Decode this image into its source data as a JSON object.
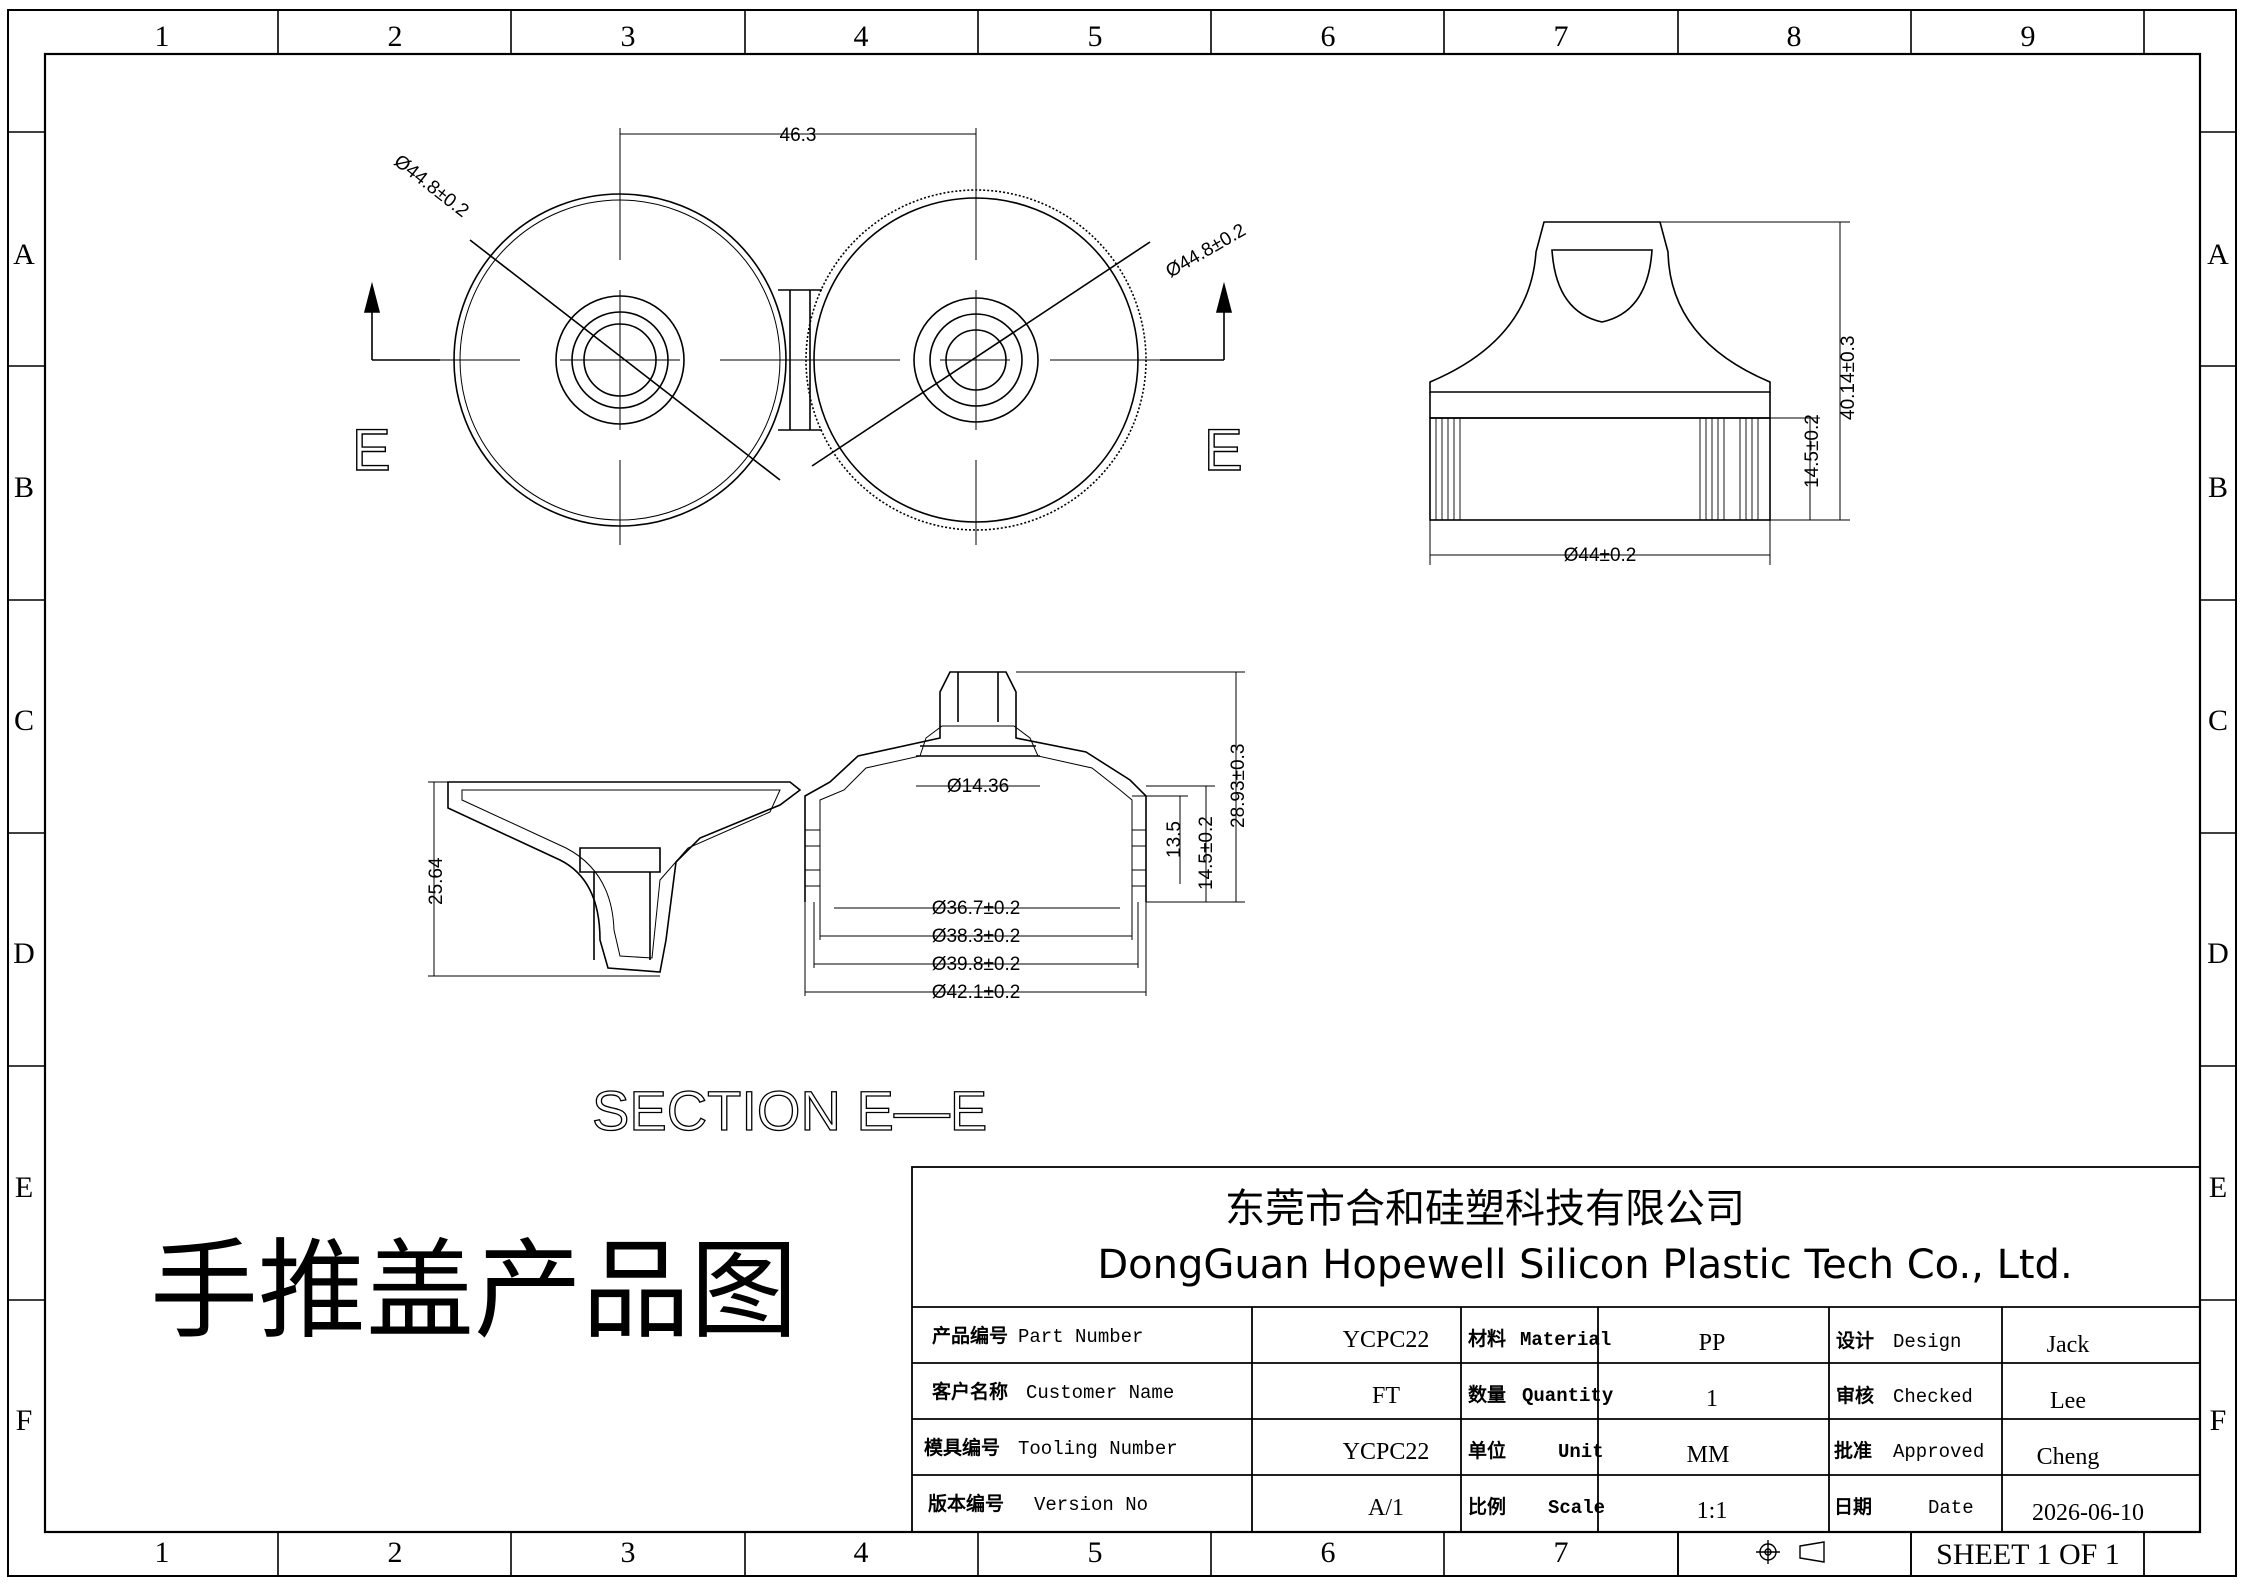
{
  "sheet": {
    "col_labels": [
      "1",
      "2",
      "3",
      "4",
      "5",
      "6",
      "7",
      "8",
      "9"
    ],
    "row_labels": [
      "A",
      "B",
      "C",
      "D",
      "E",
      "F"
    ]
  },
  "views": {
    "top": {
      "center_distance": "46.3",
      "left_diameter": "Ø44.8±0.2",
      "right_diameter": "Ø44.8±0.2",
      "section_letter_left": "E",
      "section_letter_right": "E"
    },
    "side": {
      "height_total": "40.14±0.3",
      "thread_height": "14.5±0.2",
      "diameter": "Ø44±0.2"
    },
    "section": {
      "title": "SECTION E—E",
      "nozzle_diameter": "Ø14.36",
      "dim_13_5": "13.5",
      "dim_14_5": "14.5±0.2",
      "dim_28_93": "28.93±0.3",
      "dim_25_64": "25.64",
      "d_36_7": "Ø36.7±0.2",
      "d_38_3": "Ø38.3±0.2",
      "d_39_8": "Ø39.8±0.2",
      "d_42_1": "Ø42.1±0.2"
    }
  },
  "product_title": "手推盖产品图",
  "title_block": {
    "company_cn": "东莞市合和硅塑科技有限公司",
    "company_en": "DongGuan Hopewell Silicon Plastic Tech Co., Ltd.",
    "rows": [
      {
        "label_cn": "产品编号",
        "label_en": "Part Number",
        "value": "YCPC22",
        "mid_cn": "材料",
        "mid_en": "Material",
        "mid_value": "PP",
        "right_cn": "设计",
        "right_en": "Design",
        "right_value": "Jack"
      },
      {
        "label_cn": "客户名称",
        "label_en": "Customer Name",
        "value": "FT",
        "mid_cn": "数量",
        "mid_en": "Quantity",
        "mid_value": "1",
        "right_cn": "审核",
        "right_en": "Checked",
        "right_value": "Lee"
      },
      {
        "label_cn": "模具编号",
        "label_en": "Tooling Number",
        "value": "YCPC22",
        "mid_cn": "单位",
        "mid_en": "Unit",
        "mid_value": "MM",
        "right_cn": "批准",
        "right_en": "Approved",
        "right_value": "Cheng"
      },
      {
        "label_cn": "版本编号",
        "label_en": "Version No",
        "value": "A/1",
        "mid_cn": "比例",
        "mid_en": "Scale",
        "mid_value": "1:1",
        "right_cn": "日期",
        "right_en": "Date",
        "right_value": "2026-06-10"
      }
    ],
    "sheet_text": "SHEET 1 OF 1"
  }
}
